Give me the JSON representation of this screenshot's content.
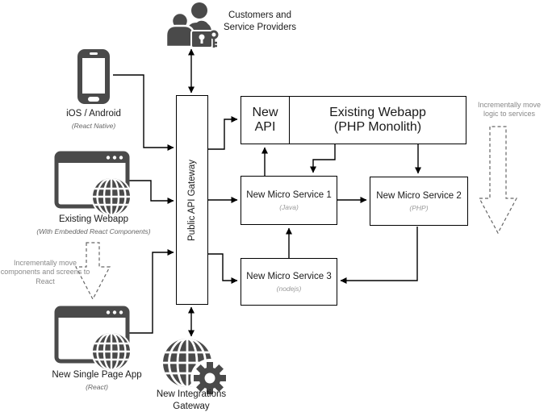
{
  "diagram": {
    "clients": {
      "customers": {
        "label": "Customers and Service Providers"
      },
      "ios": {
        "label": "iOS / Android",
        "tech": "(React Native)"
      },
      "webapp": {
        "label": "Existing Webapp",
        "tech": "(With Embedded React Components)"
      },
      "spa": {
        "label": "New Single Page App",
        "tech": "(React)"
      },
      "integrations": {
        "label": "New Integrations Gateway"
      }
    },
    "gateway": {
      "label": "Public API Gateway"
    },
    "services": {
      "new_api": {
        "label": "New API"
      },
      "monolith": {
        "label": "Existing Webapp",
        "tech": "(PHP Monolith)"
      },
      "ms1": {
        "label": "New Micro Service 1",
        "tech": "(Java)"
      },
      "ms2": {
        "label": "New Micro Service 2",
        "tech": "(PHP)"
      },
      "ms3": {
        "label": "New Micro Service 3",
        "tech": "(nodejs)"
      }
    },
    "annotations": {
      "left": "Incrementally move components and screens to React",
      "right": "Incrementally move logic to services"
    },
    "colors": {
      "icon": "#4a4a4a",
      "line": "#000000",
      "tech_text": "#999999",
      "annotation_text": "#888888",
      "background": "#ffffff"
    }
  }
}
